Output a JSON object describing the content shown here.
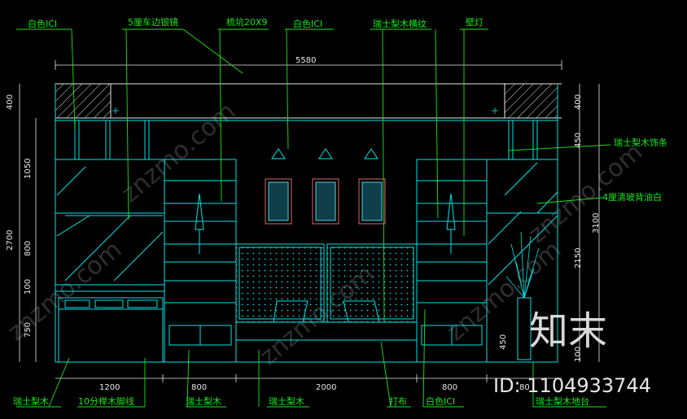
{
  "labels": {
    "top": [
      "白色ICI",
      "5厘车边银镜",
      "梳坑20X9",
      "白色ICI",
      "瑞士梨木横纹",
      "壁灯"
    ],
    "right": [
      "瑞士梨木饰条",
      "4厘清玻背油白"
    ],
    "bottom": [
      "瑞士梨木",
      "10分榉木脚线",
      "瑞士梨木",
      "瑞士梨木",
      "打布",
      "白色ICI",
      "瑞士梨木地台"
    ]
  },
  "dimensions": {
    "top": "5580",
    "left": [
      "400",
      "1050",
      "2700",
      "800",
      "100",
      "750"
    ],
    "right": [
      "400",
      "450",
      "3100",
      "2150",
      "450",
      "100"
    ],
    "bottom": [
      "1200",
      "800",
      "2000",
      "800",
      "80"
    ]
  },
  "watermark": {
    "logo": "知末",
    "id": "ID: 1104933744",
    "diagonal": [
      "znzmo.com",
      "znzmo.com",
      "znzmo.com",
      "znzmo.com",
      "znzmo.com"
    ]
  },
  "colors": {
    "background": "#000000",
    "outline": "#00e5e5",
    "leader": "#19e619",
    "dimension": "#e8e8e8",
    "hatch": "#e8e8e8"
  }
}
